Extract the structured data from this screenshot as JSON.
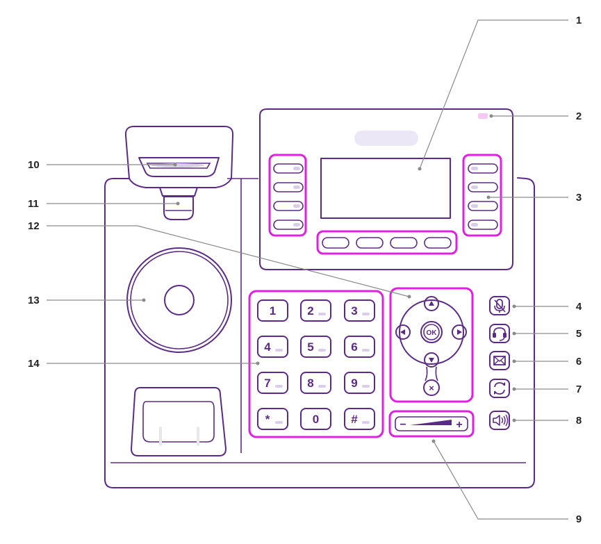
{
  "callouts": [
    "1",
    "2",
    "3",
    "4",
    "5",
    "6",
    "7",
    "8",
    "9",
    "10",
    "11",
    "12",
    "13",
    "14"
  ],
  "keypad": {
    "keys": [
      "1",
      "2",
      "3",
      "4",
      "5",
      "6",
      "7",
      "8",
      "9",
      "*",
      "0",
      "#"
    ]
  },
  "nav": {
    "ok_label": "OK",
    "cancel_label": "×"
  },
  "volume": {
    "minus_label": "−",
    "plus_label": "+"
  },
  "colors": {
    "outline": "#5b2a86",
    "highlight": "#e020e0",
    "leader": "#8a8a8a"
  },
  "icons": {
    "mute": "microphone-muted-icon",
    "headset": "headset-icon",
    "message": "envelope-icon",
    "redial": "redial-icon",
    "speaker": "speaker-icon"
  }
}
